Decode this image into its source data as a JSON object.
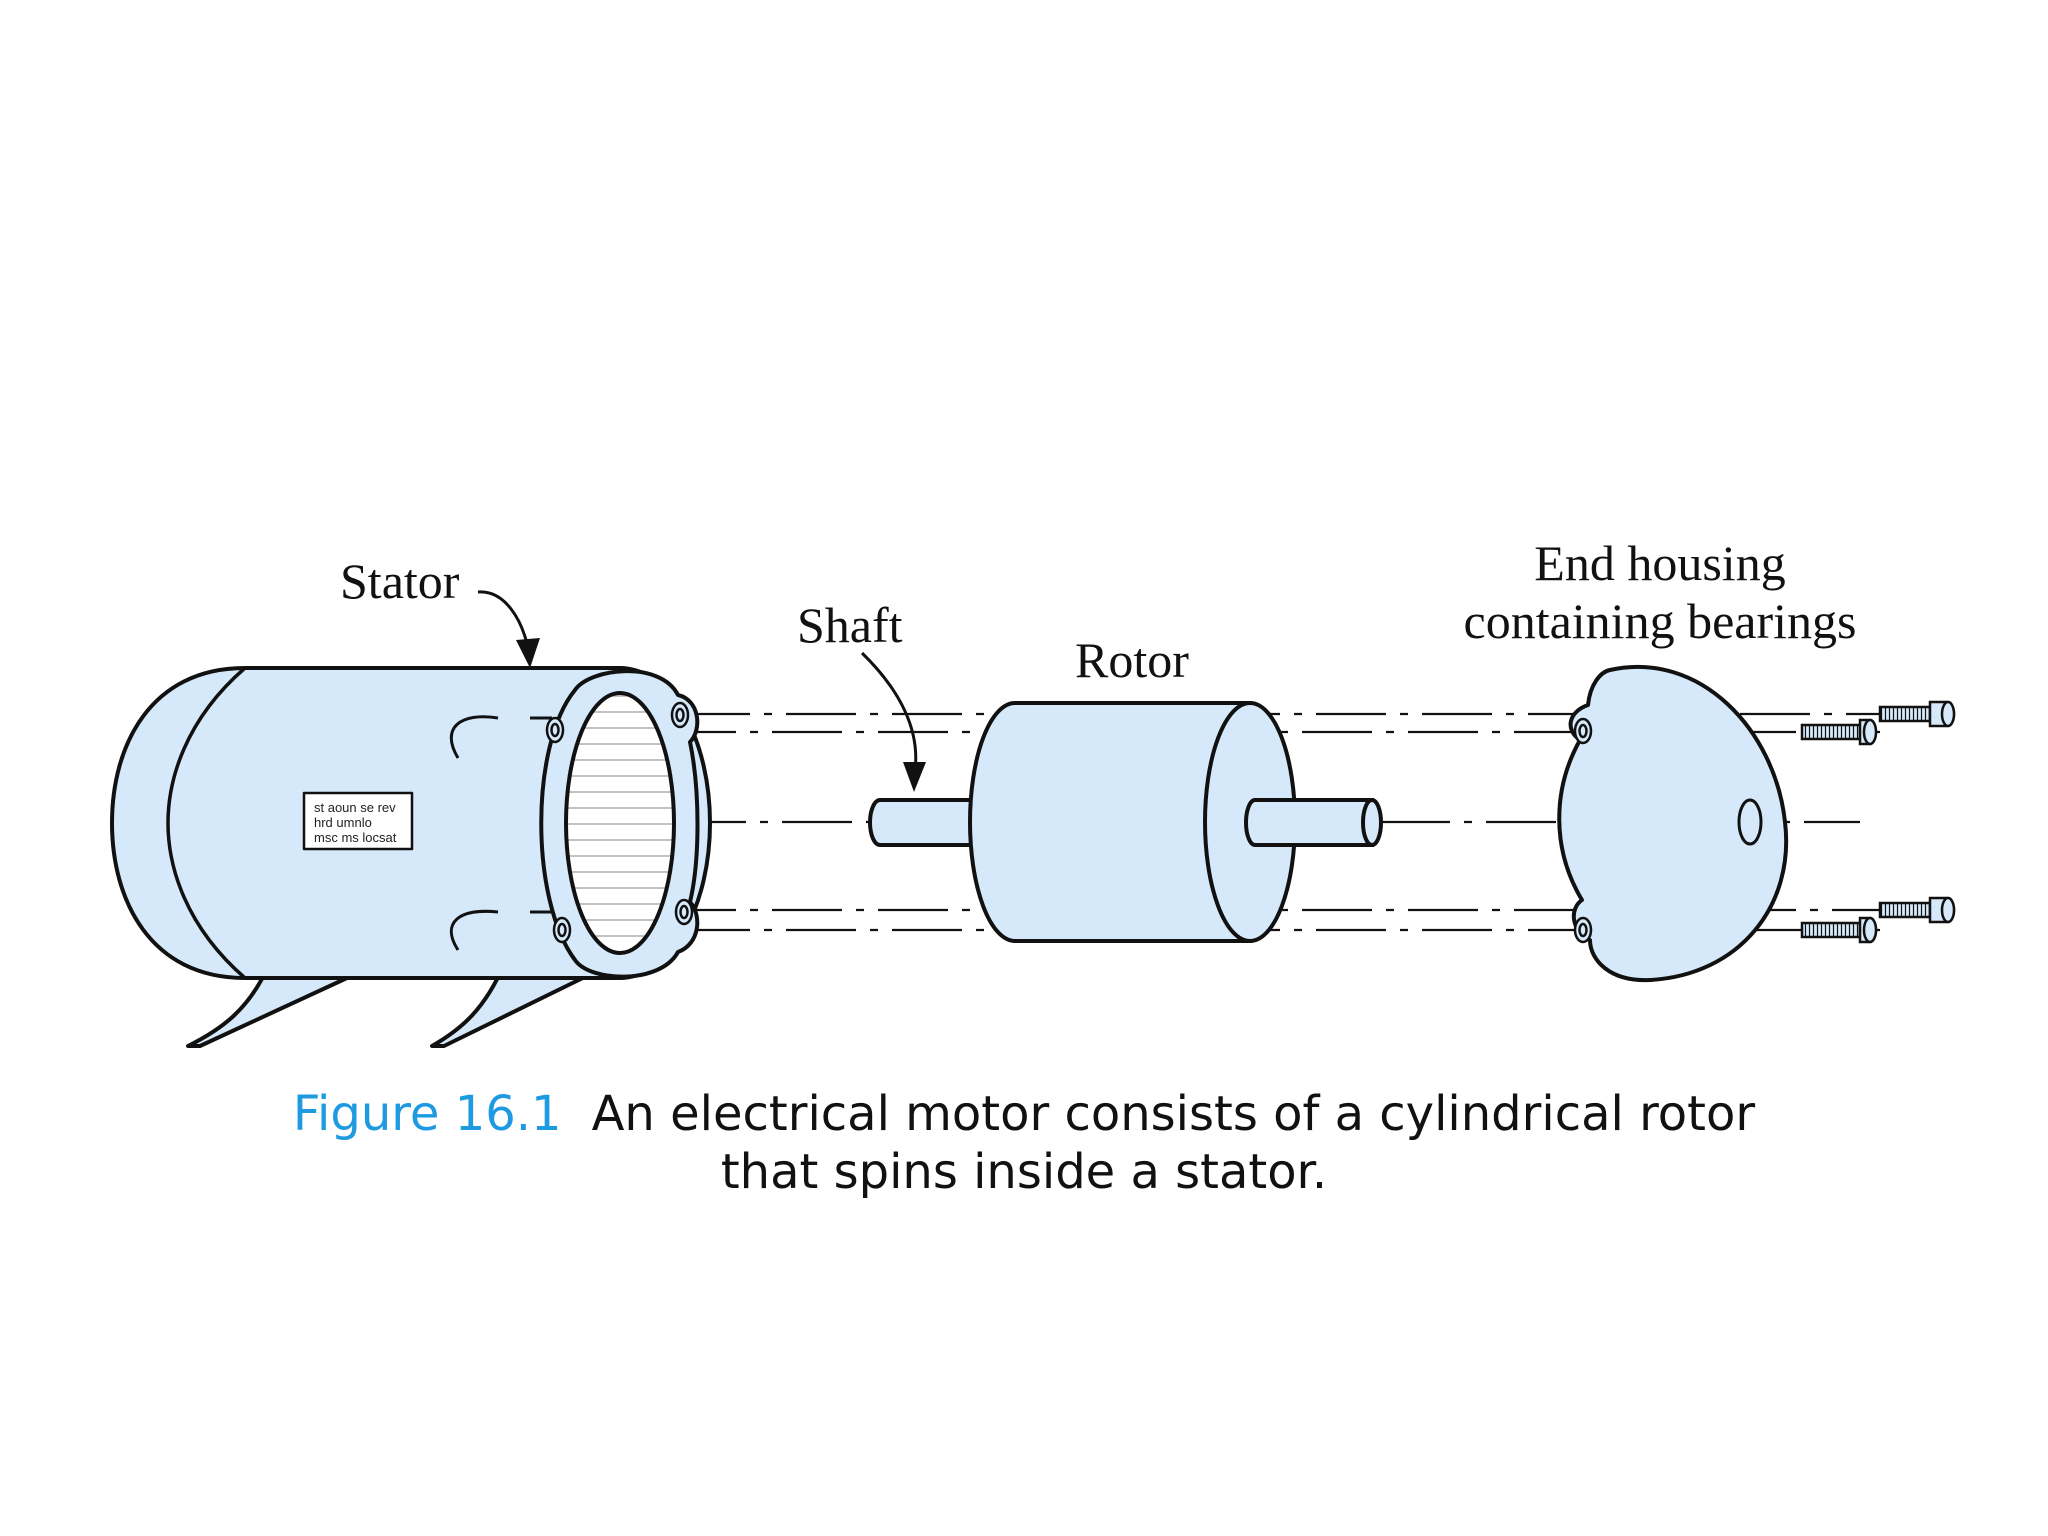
{
  "labels": {
    "stator": "Stator",
    "shaft": "Shaft",
    "rotor": "Rotor",
    "end_housing_line1": "End housing",
    "end_housing_line2": "containing bearings"
  },
  "nameplate": {
    "line1": "st aoun se rev",
    "line2": "hrd  umnlo",
    "line3": "msc  ms locsat"
  },
  "caption": {
    "figure_label": "Figure 16.1",
    "line1": "An electrical motor consists of a cylindrical rotor",
    "line2": "that spins inside a stator."
  },
  "colors": {
    "part_fill": "#d5e9fa",
    "outline": "#111111",
    "caption_accent": "#1e9be0"
  }
}
